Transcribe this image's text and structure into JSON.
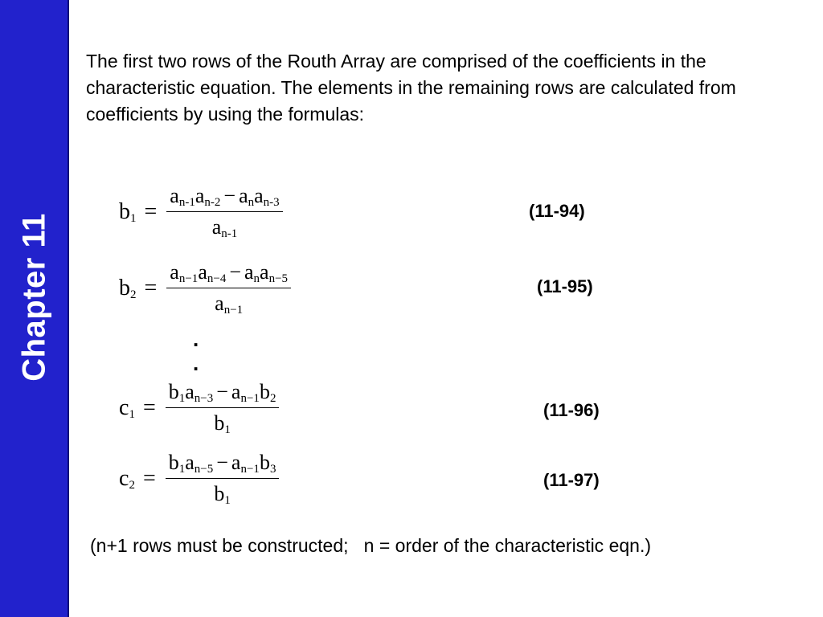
{
  "sidebar": {
    "label": "Chapter 11",
    "color": "#2222cc"
  },
  "intro_text": "The first two rows of the Routh Array are comprised of the coefficients in the characteristic equation.  The elements in the remaining rows are calculated from coefficients by using the formulas:",
  "equations": [
    {
      "lhs": {
        "base": "b",
        "sub": "1"
      },
      "numerator": [
        {
          "base": "a",
          "sub": "n-1"
        },
        {
          "base": "a",
          "sub": "n-2"
        },
        {
          "op": "−"
        },
        {
          "base": "a",
          "sub": "n"
        },
        {
          "base": "a",
          "sub": "n-3"
        }
      ],
      "denominator": [
        {
          "base": "a",
          "sub": "n-1"
        }
      ],
      "number": "(11-94)"
    },
    {
      "lhs": {
        "base": "b",
        "sub": "2"
      },
      "numerator": [
        {
          "base": "a",
          "sub": "n−1"
        },
        {
          "base": "a",
          "sub": "n−4"
        },
        {
          "op": "−"
        },
        {
          "base": "a",
          "sub": "n"
        },
        {
          "base": "a",
          "sub": "n−5"
        }
      ],
      "denominator": [
        {
          "base": "a",
          "sub": "n−1"
        }
      ],
      "number": "(11-95)"
    },
    {
      "lhs": {
        "base": "c",
        "sub": "1"
      },
      "numerator": [
        {
          "base": "b",
          "sub": "1"
        },
        {
          "base": "a",
          "sub": "n−3"
        },
        {
          "op": "−"
        },
        {
          "base": "a",
          "sub": "n−1"
        },
        {
          "base": "b",
          "sub": "2"
        }
      ],
      "denominator": [
        {
          "base": "b",
          "sub": "1"
        }
      ],
      "number": "(11-96)"
    },
    {
      "lhs": {
        "base": "c",
        "sub": "2"
      },
      "numerator": [
        {
          "base": "b",
          "sub": "1"
        },
        {
          "base": "a",
          "sub": "n−5"
        },
        {
          "op": "−"
        },
        {
          "base": "a",
          "sub": "n−1"
        },
        {
          "base": "b",
          "sub": "3"
        }
      ],
      "denominator": [
        {
          "base": "b",
          "sub": "1"
        }
      ],
      "number": "(11-97)"
    }
  ],
  "equals_sign": "=",
  "continuation_dots": [
    ".",
    "."
  ],
  "note": "(n+1 rows must be constructed;   n = order of the characteristic eqn.)"
}
